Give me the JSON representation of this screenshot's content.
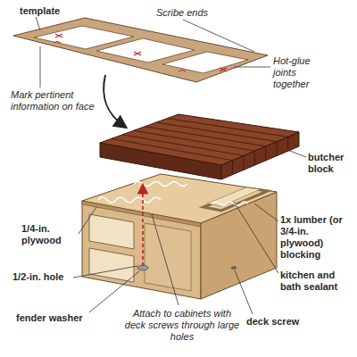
{
  "diagram": {
    "labels": [
      "template",
      "Scribe ends",
      "Hot-glue joints together",
      "Mark pertinent information on face",
      "butcher block",
      "1x lumber (or 3/4-in. plywood) blocking",
      "1/4-in. plywood",
      "kitchen and bath sealant",
      "1/2-in. hole",
      "fender washer",
      "Attach to cabinets with deck screws through large holes",
      "deck screw"
    ]
  }
}
